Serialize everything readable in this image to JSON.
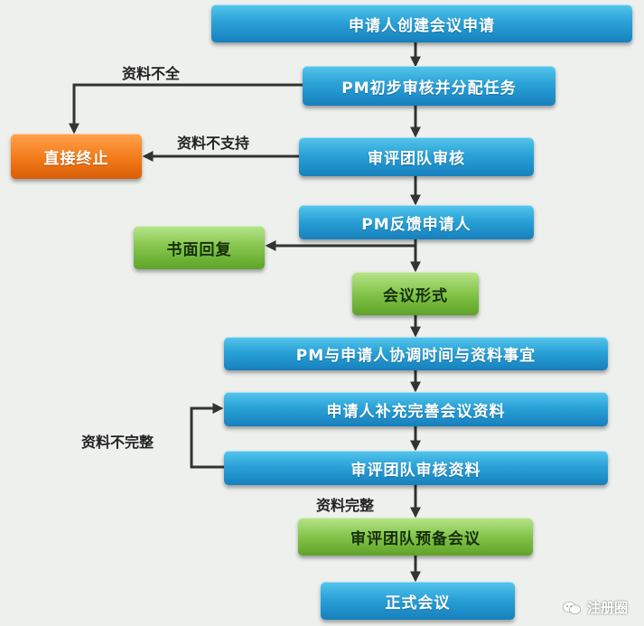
{
  "nodes": {
    "apply": "申请人创建会议申请",
    "pm_review": "PM初步审核并分配任务",
    "terminate": "直接终止",
    "team_review": "审评团队审核",
    "pm_feedback": "PM反馈申请人",
    "written_reply": "书面回复",
    "meeting_form": "会议形式",
    "coordinate": "PM与申请人协调时间与资料事宜",
    "supplement": "申请人补充完善会议资料",
    "review_docs": "审评团队审核资料",
    "pre_meeting": "审评团队预备会议",
    "formal_meeting": "正式会议"
  },
  "edge_labels": {
    "incomplete": "资料不全",
    "unsupported": "资料不支持",
    "not_complete": "资料不完整",
    "complete": "资料完整"
  },
  "watermark": {
    "text": "注册圈",
    "icon": "wechat-icon"
  },
  "colors": {
    "process": "#2aa2d8",
    "terminate": "#f27a18",
    "outcome": "#84c44a",
    "line": "#333333"
  }
}
